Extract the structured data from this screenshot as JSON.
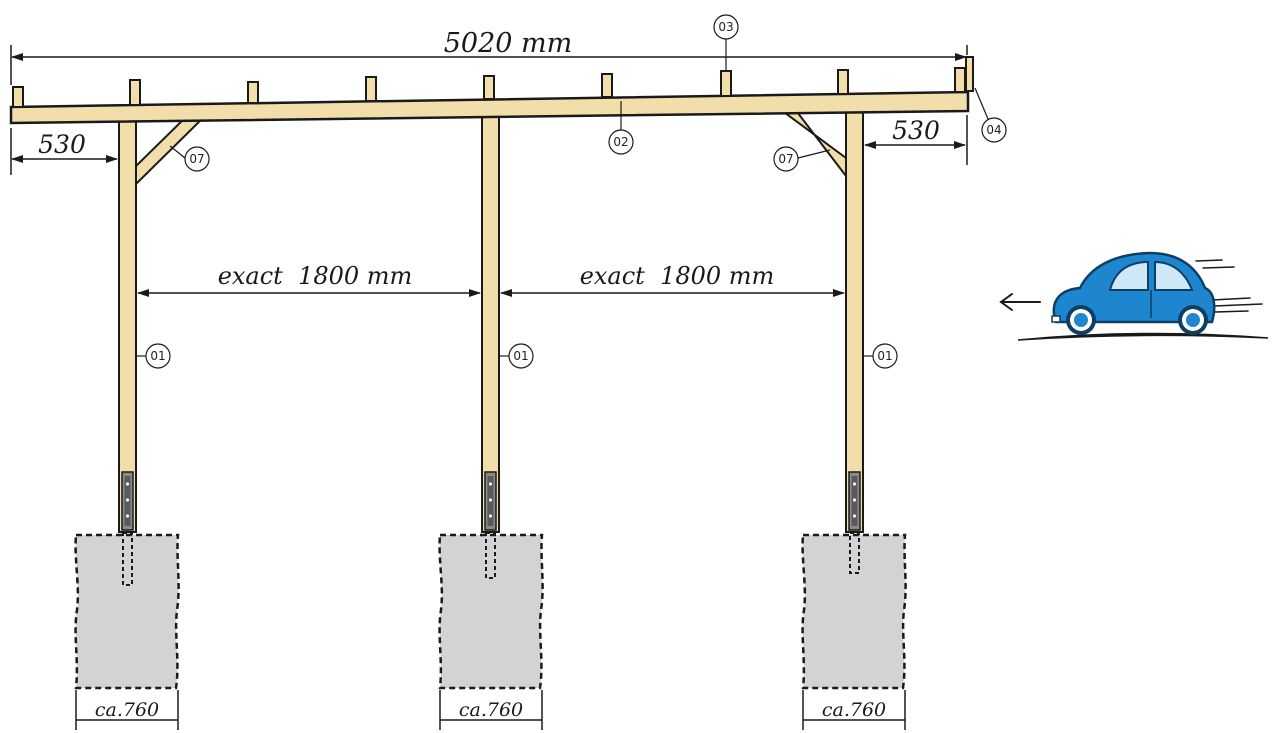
{
  "colors": {
    "wood": "#f2deaa",
    "wood_stroke": "#1a1a1a",
    "concrete": "#d3d3d5",
    "car_body": "#1e86cf",
    "car_window": "#cfe8f8",
    "line": "#1a1a1a"
  },
  "dimensions": {
    "total_length": "5020 mm",
    "overhang_left": "530",
    "overhang_right": "530",
    "spacing_left": "exact  1800 mm",
    "spacing_right": "exact  1800 mm",
    "footing_width_1": "ca.760",
    "footing_width_2": "ca.760",
    "footing_width_3": "ca.760"
  },
  "callouts": {
    "post_left": "01",
    "post_middle": "01",
    "post_right": "01",
    "beam": "02",
    "rafter": "03",
    "end_board": "04",
    "brace_left": "07",
    "brace_right": "07"
  },
  "icons": {
    "car": "car-icon",
    "direction_arrow": "arrow-left-icon"
  }
}
